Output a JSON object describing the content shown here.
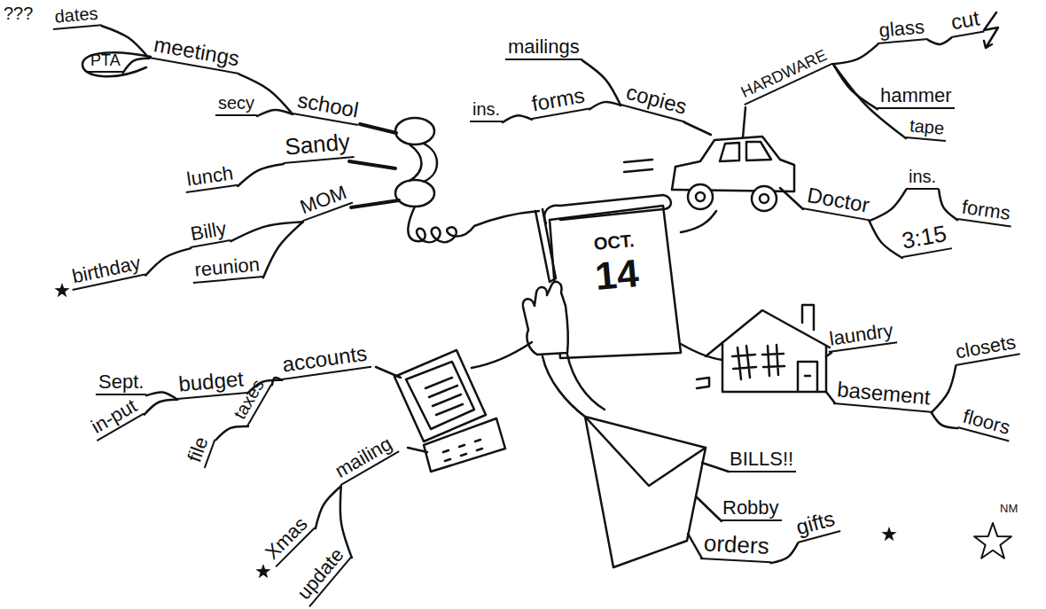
{
  "diagram": {
    "nodes": [
      {
        "text": [
          "OCT.",
          "14"
        ]
      },
      {
        "text": [
          "dates"
        ]
      },
      {
        "text": [
          "PTA"
        ]
      },
      {
        "text": [
          "meetings"
        ]
      },
      {
        "text": [
          "secy"
        ]
      },
      {
        "text": [
          "school"
        ]
      },
      {
        "text": [
          "Sandy"
        ]
      },
      {
        "text": [
          "lunch"
        ]
      },
      {
        "text": [
          "MOM"
        ]
      },
      {
        "text": [
          "Billy"
        ]
      },
      {
        "text": [
          "birthday"
        ]
      },
      {
        "text": [
          "reunion"
        ]
      },
      {
        "text": [
          "mailings"
        ]
      },
      {
        "text": [
          "copies"
        ]
      },
      {
        "text": [
          "forms"
        ]
      },
      {
        "text": [
          "ins."
        ]
      },
      {
        "text": [
          "HARDWARE"
        ]
      },
      {
        "text": [
          "glass"
        ]
      },
      {
        "text": [
          "cut"
        ]
      },
      {
        "text": [
          "hammer"
        ]
      },
      {
        "text": [
          "tape"
        ]
      },
      {
        "text": [
          "Doctor"
        ]
      },
      {
        "text": [
          "ins."
        ]
      },
      {
        "text": [
          "forms"
        ]
      },
      {
        "text": [
          "3:15"
        ]
      },
      {
        "text": [
          "laundry"
        ]
      },
      {
        "text": [
          "basement"
        ]
      },
      {
        "text": [
          "closets"
        ]
      },
      {
        "text": [
          "floors"
        ]
      },
      {
        "text": [
          "accounts"
        ]
      },
      {
        "text": [
          "budget"
        ]
      },
      {
        "text": [
          "Sept."
        ]
      },
      {
        "text": [
          "in-put"
        ]
      },
      {
        "text": [
          "taxes"
        ]
      },
      {
        "text": [
          "file"
        ]
      },
      {
        "text": [
          "mailing"
        ]
      },
      {
        "text": [
          "Xmas"
        ]
      },
      {
        "text": [
          "update"
        ]
      },
      {
        "text": [
          "BILLS!!"
        ]
      },
      {
        "text": [
          "Robby"
        ]
      },
      {
        "text": [
          "orders"
        ]
      },
      {
        "text": [
          "gifts"
        ]
      }
    ],
    "edges": [
      {
        "from": 5,
        "to": 4,
        "arrow": "none"
      },
      {
        "from": 5,
        "to": 3,
        "arrow": "none"
      },
      {
        "from": 3,
        "to": 1,
        "arrow": "none"
      },
      {
        "from": 3,
        "to": 2,
        "arrow": "none"
      },
      {
        "from": 6,
        "to": 7,
        "arrow": "none"
      },
      {
        "from": 8,
        "to": 9,
        "arrow": "none"
      },
      {
        "from": 8,
        "to": 11,
        "arrow": "none"
      },
      {
        "from": 9,
        "to": 10,
        "arrow": "none"
      },
      {
        "from": 13,
        "to": 12,
        "arrow": "none"
      },
      {
        "from": 13,
        "to": 14,
        "arrow": "none"
      },
      {
        "from": 14,
        "to": 15,
        "arrow": "none"
      },
      {
        "from": 16,
        "to": 17,
        "arrow": "none"
      },
      {
        "from": 17,
        "to": 18,
        "arrow": "none"
      },
      {
        "from": 16,
        "to": 19,
        "arrow": "none"
      },
      {
        "from": 16,
        "to": 20,
        "arrow": "none"
      },
      {
        "from": 21,
        "to": 22,
        "arrow": "none"
      },
      {
        "from": 22,
        "to": 23,
        "arrow": "none"
      },
      {
        "from": 21,
        "to": 24,
        "arrow": "none"
      },
      {
        "from": 26,
        "to": 27,
        "arrow": "none"
      },
      {
        "from": 26,
        "to": 28,
        "arrow": "none"
      },
      {
        "from": 40,
        "to": 41,
        "arrow": "none"
      },
      {
        "from": 29,
        "to": 30,
        "arrow": "none"
      },
      {
        "from": 30,
        "to": 31,
        "arrow": "none"
      },
      {
        "from": 30,
        "to": 32,
        "arrow": "none"
      },
      {
        "from": 29,
        "to": 33,
        "arrow": "none"
      },
      {
        "from": 33,
        "to": 34,
        "arrow": "none"
      },
      {
        "from": 35,
        "to": 36,
        "arrow": "none"
      },
      {
        "from": 35,
        "to": 37,
        "arrow": "none"
      }
    ],
    "labels": [
      "???",
      "NM"
    ]
  }
}
